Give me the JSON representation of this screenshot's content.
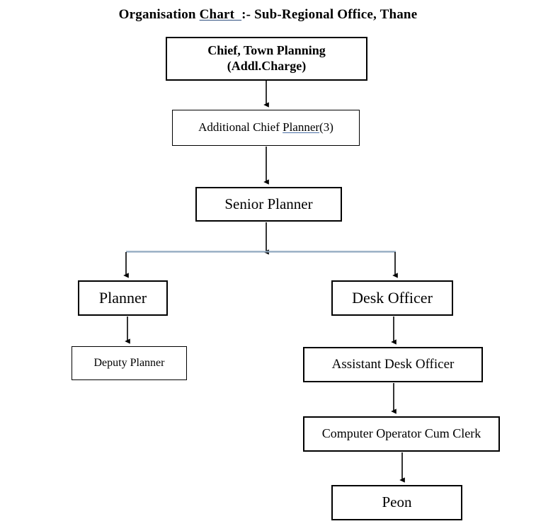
{
  "title": {
    "lead": "Organisation ",
    "underlined": "Chart  ",
    "trail": ":- Sub-Regional Office, Thane",
    "full": "Organisation Chart  :- Sub-Regional Office, Thane"
  },
  "colors": {
    "box_border": "#000000",
    "text": "#000000",
    "background": "#ffffff",
    "connector_black": "#000000",
    "connector_blue": "#8fa8bf",
    "title_underline": "#2f4f7f",
    "spellcheck_underline": "#4a6fa5"
  },
  "nodes": [
    {
      "id": "chief-town-planning",
      "line1": "Chief, Town Planning",
      "line2": "(Addl.Charge)",
      "label": "Chief, Town Planning\n(Addl.Charge)"
    },
    {
      "id": "additional-chief-planner",
      "prefix": "Additional Chief ",
      "underlined": "Planner",
      "suffix": "(3)",
      "label": "Additional Chief Planner(3)"
    },
    {
      "id": "senior-planner",
      "label": "Senior Planner"
    },
    {
      "id": "planner",
      "label": "Planner"
    },
    {
      "id": "deputy-planner",
      "label": "Deputy Planner"
    },
    {
      "id": "desk-officer",
      "label": "Desk Officer"
    },
    {
      "id": "assistant-desk-officer",
      "label": "Assistant Desk Officer"
    },
    {
      "id": "computer-operator-cum-clerk",
      "label": "Computer Operator Cum Clerk"
    },
    {
      "id": "peon",
      "label": "Peon"
    }
  ],
  "connectors": [
    {
      "id": "chief-to-additional-chief",
      "from": "chief-town-planning",
      "to": "additional-chief-planner",
      "style": "arrow-down-black"
    },
    {
      "id": "additional-chief-to-senior-planner",
      "from": "additional-chief-planner",
      "to": "senior-planner",
      "style": "arrow-down-black"
    },
    {
      "id": "senior-planner-split",
      "from": "senior-planner",
      "to": "split-bar",
      "style": "arrow-down-black"
    },
    {
      "id": "split-bar",
      "from": "senior-planner",
      "to": [
        "planner",
        "desk-officer"
      ],
      "style": "horizontal-blue"
    },
    {
      "id": "split-to-planner",
      "from": "split-bar",
      "to": "planner",
      "style": "arrow-down-black"
    },
    {
      "id": "split-to-desk-officer",
      "from": "split-bar",
      "to": "desk-officer",
      "style": "arrow-down-black"
    },
    {
      "id": "planner-to-deputy-planner",
      "from": "planner",
      "to": "deputy-planner",
      "style": "arrow-down-black"
    },
    {
      "id": "desk-officer-to-assistant",
      "from": "desk-officer",
      "to": "assistant-desk-officer",
      "style": "arrow-down-black"
    },
    {
      "id": "assistant-to-computer-operator",
      "from": "assistant-desk-officer",
      "to": "computer-operator-cum-clerk",
      "style": "arrow-down-black"
    },
    {
      "id": "computer-operator-to-peon",
      "from": "computer-operator-cum-clerk",
      "to": "peon",
      "style": "arrow-down-black"
    }
  ]
}
